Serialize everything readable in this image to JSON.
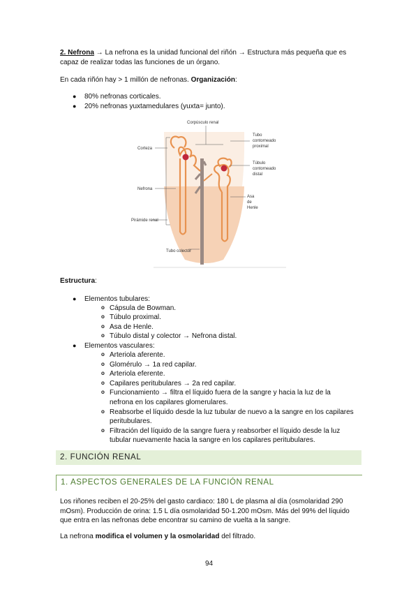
{
  "nefrona_heading": {
    "title": "2. Nefrona",
    "arrow": " → ",
    "text_part1": "La nefrona es la unidad funcional del riñón → Estructura más pequeña que es",
    "text_part2": "capaz de realizar todas las funciones de un órgano."
  },
  "count_line": {
    "text": "En cada riñón hay > 1 millón de nefronas. ",
    "bold": "Organización",
    "suffix": ":"
  },
  "organization_items": [
    "80% nefronas corticales.",
    "20% nefronas yuxtamedulares (yuxta= junto)."
  ],
  "diagram_labels": {
    "corpusculo": "Corpúsculo renal",
    "tubo_proximal_1": "Tubo",
    "tubo_proximal_2": "contorneado",
    "tubo_proximal_3": "proximal",
    "corteza": "Corteza",
    "tubulo_distal_1": "Túbulo",
    "tubulo_distal_2": "contorneado",
    "tubulo_distal_3": "distal",
    "nefrona": "Nefrona",
    "asa_1": "Asa",
    "asa_2": "de",
    "asa_3": "Henle",
    "piramide": "Pirámide renal",
    "tubo_colector": "Tubo colector"
  },
  "estructura": {
    "label": "Estructura",
    "suffix": ":"
  },
  "tubulares": {
    "label": "Elementos tubulares:",
    "items": [
      "Cápsula de Bowman.",
      "Túbulo proximal.",
      "Asa de Henle.",
      "Túbulo distal y colector → Nefrona distal."
    ]
  },
  "vasculares": {
    "label": "Elementos vasculares:",
    "items": [
      "Arteriola aferente.",
      "Glomérulo → 1a red capilar.",
      "Arteriola eferente.",
      "Capilares peritubulares → 2a red capilar.",
      "Funcionamiento → filtra el líquido fuera de la sangre y hacia la luz de la",
      "nefrona en los capilares glomerulares.",
      "Reabsorbe el líquido desde la luz tubular de nuevo a la sangre en los capilares",
      "peritubulares.",
      "Filtración del líquido de la sangre fuera y reabsorber el líquido desde la luz",
      "tubular nuevamente hacia la sangre en los capilares peritubulares."
    ]
  },
  "section_title": "2. FUNCIÓN RENAL",
  "subsection_title": "1. ASPECTOS GENERALES DE LA FUNCIÓN RENAL",
  "general_lines": [
    "Los riñones reciben el 20-25% del gasto cardiaco: 180 L de plasma al día (osmolaridad 290",
    "mOsm). Producción de orina: 1.5 L día osmolaridad 50-1.200 mOsm. Más del 99% del líquido",
    "que entra en las nefronas debe encontrar su camino de vuelta a la sangre."
  ],
  "last_line": {
    "prefix": "La nefrona ",
    "bold": "modifica el volumen y la osmolaridad",
    "suffix": " del filtrado."
  },
  "bullet_symbol": "●",
  "sub_bullet_symbol": "o",
  "page_number": "94"
}
